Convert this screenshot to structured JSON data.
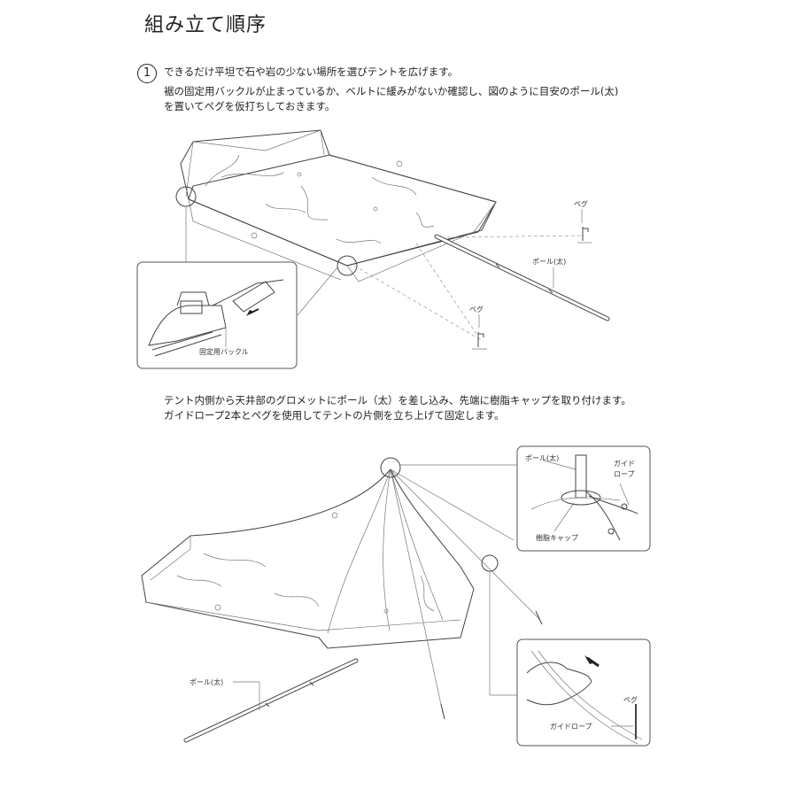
{
  "title": "組み立て順序",
  "step1": {
    "number": "1",
    "line1": "できるだけ平坦で石や岩の少ない場所を選びテントを広げます。",
    "line2": "裾の固定用バックルが止まっているか、ベルトに緩みがないか確認し、図のように目安のポール(太)",
    "line3": "を置いてペグを仮打ちしておきます。"
  },
  "figure1": {
    "label_peg_top": "ペグ",
    "label_pole": "ポール(太)",
    "label_peg_bottom": "ペグ",
    "label_buckle": "固定用バックル"
  },
  "step2": {
    "line1": "テント内側から天井部のグロメットにポール（太）を差し込み、先端に樹脂キャップを取り付けます。",
    "line2": "ガイドロープ2本とペグを使用してテントの片側を立ち上げて固定します。"
  },
  "figure2": {
    "label_pole_detail": "ポール(太)",
    "label_guide_top": "ガイド",
    "label_guide_bottom": "ロープ",
    "label_cap": "樹脂キャップ",
    "label_pole_main": "ポール(太)",
    "label_guide_rope": "ガイドロープ",
    "label_peg": "ペグ"
  }
}
